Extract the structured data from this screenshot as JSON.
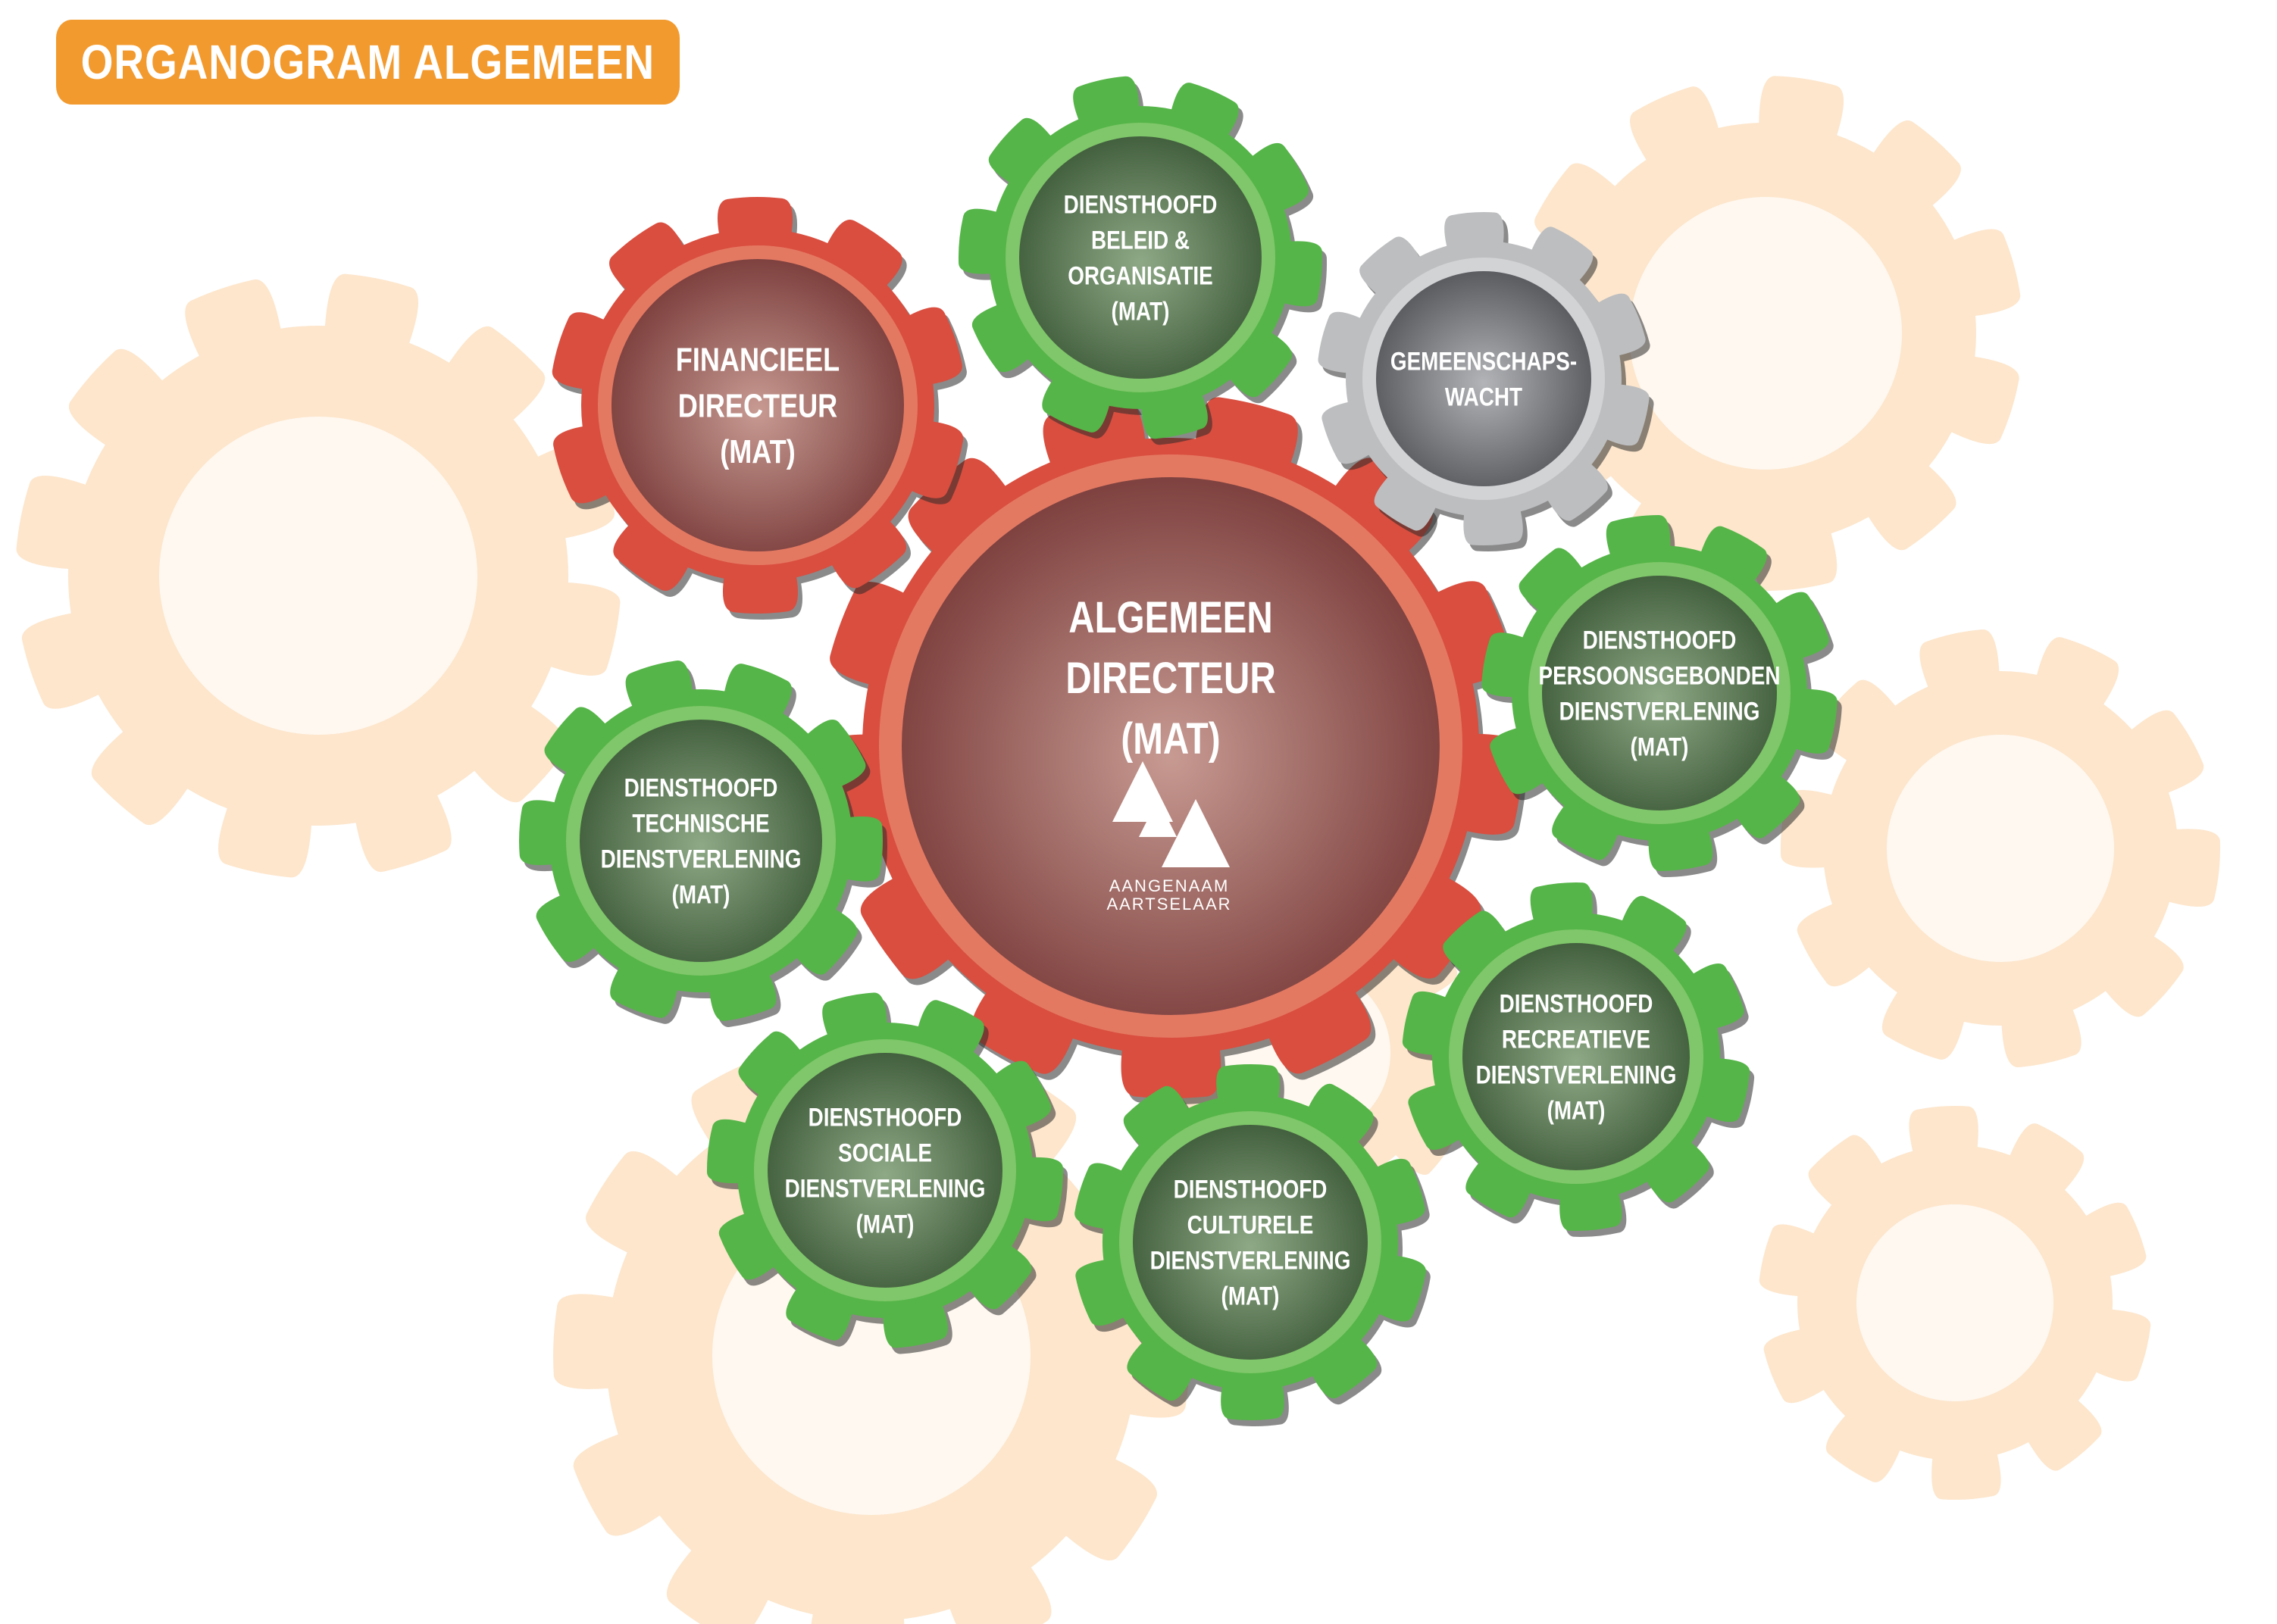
{
  "title": "ORGANOGRAM ALGEMEEN",
  "colors": {
    "title_badge": "#f29a2e",
    "background_gear": "#fde6cc",
    "director_gear": "#d94e3f",
    "director_ring": "#e47962",
    "director_center": "#8a4a48",
    "department_gear": "#55b548",
    "department_ring": "#7fc76a",
    "department_center": "#4e6b48",
    "service_gear": "#bdbec0",
    "service_ring": "#d2d3d5",
    "service_center": "#6f7174"
  },
  "gears": [
    {
      "id": "algemeen-directeur",
      "kind": "director",
      "lines": [
        "ALGEMEEN",
        "DIRECTEUR",
        "(MAT)"
      ],
      "logo": true
    },
    {
      "id": "financieel-directeur",
      "kind": "director",
      "lines": [
        "FINANCIEEL",
        "DIRECTEUR",
        "(MAT)"
      ]
    },
    {
      "id": "beleid-organisatie",
      "kind": "department",
      "lines": [
        "DIENSTHOOFD",
        "BELEID &",
        "ORGANISATIE",
        "(MAT)"
      ]
    },
    {
      "id": "gemeenschapswacht",
      "kind": "service",
      "lines": [
        "GEMEENSCHAPS-",
        "WACHT"
      ]
    },
    {
      "id": "persoonsgebonden",
      "kind": "department",
      "lines": [
        "DIENSTHOOFD",
        "PERSOONSGEBONDEN",
        "DIENSTVERLENING",
        "(MAT)"
      ]
    },
    {
      "id": "technische",
      "kind": "department",
      "lines": [
        "DIENSTHOOFD",
        "TECHNISCHE",
        "DIENSTVERLENING",
        "(MAT)"
      ]
    },
    {
      "id": "recreatieve",
      "kind": "department",
      "lines": [
        "DIENSTHOOFD",
        "RECREATIEVE",
        "DIENSTVERLENING",
        "(MAT)"
      ]
    },
    {
      "id": "sociale",
      "kind": "department",
      "lines": [
        "DIENSTHOOFD",
        "SOCIALE",
        "DIENSTVERLENING",
        "(MAT)"
      ]
    },
    {
      "id": "culturele",
      "kind": "department",
      "lines": [
        "DIENSTHOOFD",
        "CULTURELE",
        "DIENSTVERLENING",
        "(MAT)"
      ]
    }
  ],
  "logo": {
    "icon": "aangenaam-aartselaar-logo-icon",
    "text_lines": [
      "AANGENAAM",
      "AARTSELAAR"
    ]
  }
}
